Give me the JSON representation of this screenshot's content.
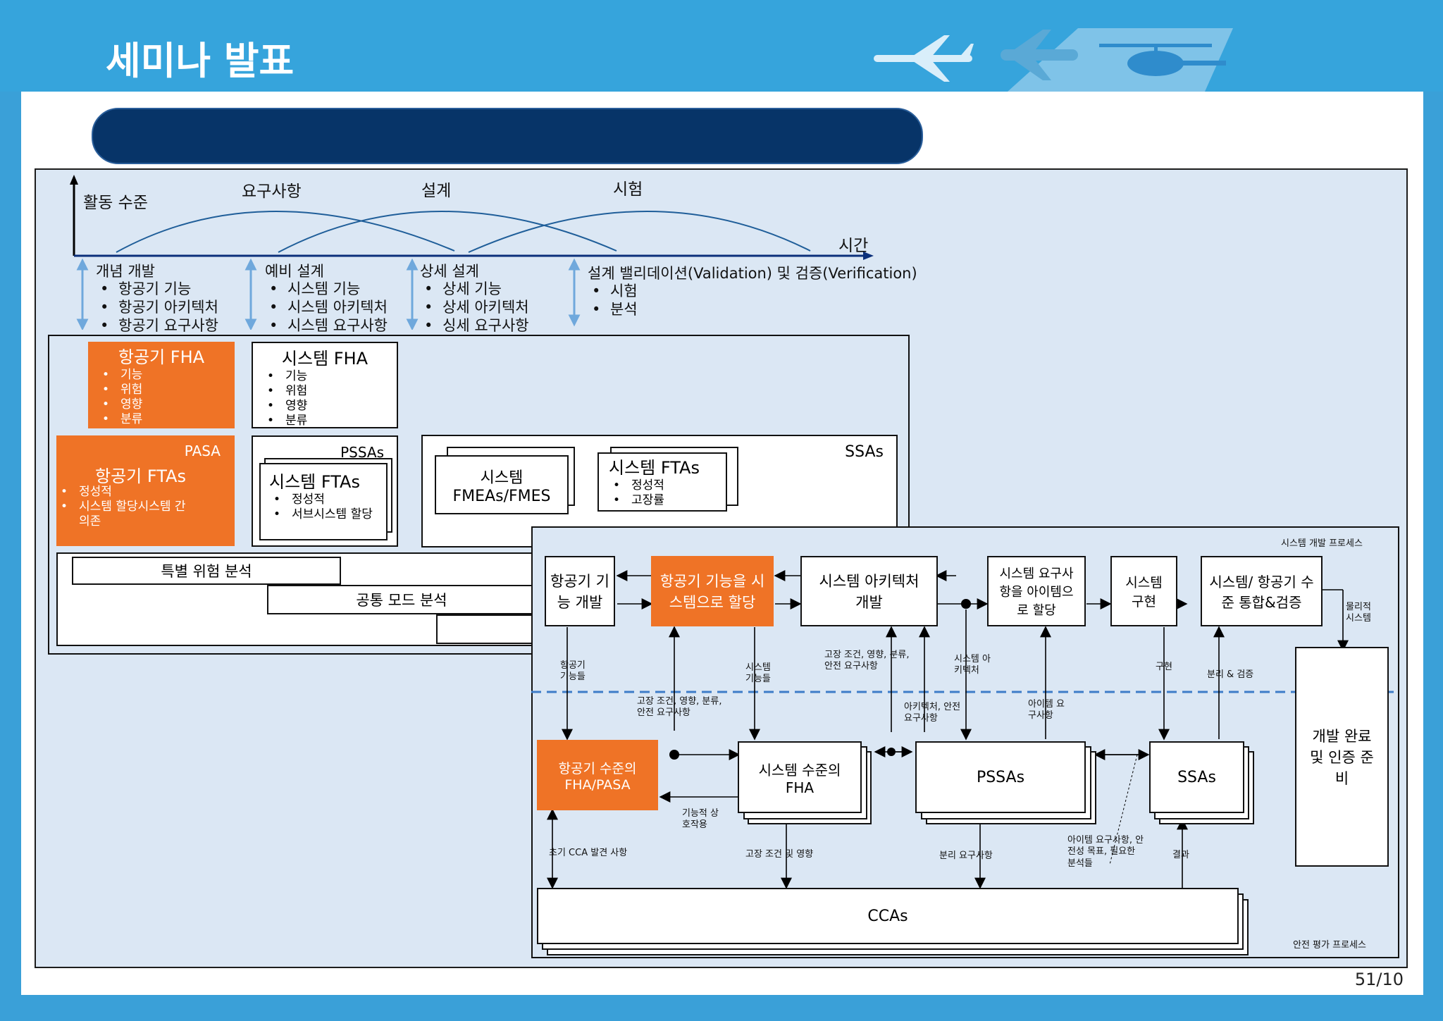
{
  "header": {
    "title": "세미나 발표",
    "page": "51/10"
  },
  "timeline": {
    "y_axis_label": "활동 수준",
    "x_axis_label": "시간",
    "phases": [
      "요구사항",
      "설계",
      "시험"
    ]
  },
  "stages": [
    {
      "title": "개념 개발",
      "items": [
        "항공기 기능",
        "항공기 아키텍처",
        "항공기 요구사항"
      ]
    },
    {
      "title": "예비 설계",
      "items": [
        "시스템 기능",
        "시스템 아키텍처",
        "시스템 요구사항"
      ]
    },
    {
      "title": "상세 설계",
      "items": [
        "상세 기능",
        "상세 아키텍처",
        "싱세 요구사항"
      ]
    },
    {
      "title": "설계 밸리데이션(Validation) 및 검증(Verification)",
      "items": [
        "시험",
        "분석"
      ]
    }
  ],
  "left_panel": {
    "aircraft_fha": {
      "title": "항공기 FHA",
      "items": [
        "기능",
        "위험",
        "영향",
        "분류"
      ]
    },
    "system_fha": {
      "title": "시스템 FHA",
      "items": [
        "기능",
        "위험",
        "영향",
        "분류"
      ]
    },
    "pasa": {
      "tag": "PASA",
      "title": "항공기 FTAs",
      "items": [
        "정성적",
        "시스템 할당시스템 간 의존"
      ]
    },
    "pssas": {
      "tag": "PSSAs",
      "title": "시스템 FTAs",
      "items": [
        "정성적",
        "서브시스템 할당"
      ]
    },
    "ssas": {
      "tag": "SSAs",
      "fmea": "시스템 FMEAs/FMES",
      "fta_title": "시스템 FTAs",
      "fta_items": [
        "정성적",
        "고장률"
      ]
    },
    "special_risk": "특별 위험 분석",
    "common_mode": "공통 모드 분석"
  },
  "process": {
    "dev_label": "시스템 개발 프로세스",
    "safety_label": "안전 평가 프로세스",
    "dev_boxes": {
      "aircraft_func": "항공기 기능 개발",
      "allocate": "항공기 기능을 시스템으로 할당",
      "arch": "시스템 아키텍처 개발",
      "req_alloc": "시스템 요구사항을 아이템으로 할당",
      "impl": "시스템 구현",
      "integ": "시스템/ 항공기 수준 통합&검증"
    },
    "physical": "물리적 시스템",
    "final": "개발 완료 및 인증 준비",
    "safety_boxes": {
      "aircraft_fha": "항공기 수준의 FHA/PASA",
      "system_fha": "시스템 수준의 FHA",
      "pssas": "PSSAs",
      "ssas": "SSAs",
      "ccas": "CCAs"
    },
    "labels": {
      "aircraft_functions": "항공기 기능들",
      "system_functions": "시스템 기능들",
      "failure_cond_top": "고장 조건, 영향, 분류, 안전 요구사항",
      "system_arch": "시스템 아키텍처",
      "implementation": "구현",
      "sep_verif": "분리 & 검증",
      "failure_cond_mid": "고장 조건, 영향, 분류, 안전 요구사항",
      "arch_safety_req": "아키텍처, 안전 요구사항",
      "item_req": "아이템 요구사항",
      "functional_interaction": "기능적 상호작용",
      "early_cca": "초기 CCA 발견 사항",
      "failure_effect": "고장 조건 및 영향",
      "separation_req": "분리 요구사항",
      "item_req_safety": "아이템 요구사항, 안전성 목표, 필요한 분석들",
      "result": "결과"
    }
  }
}
